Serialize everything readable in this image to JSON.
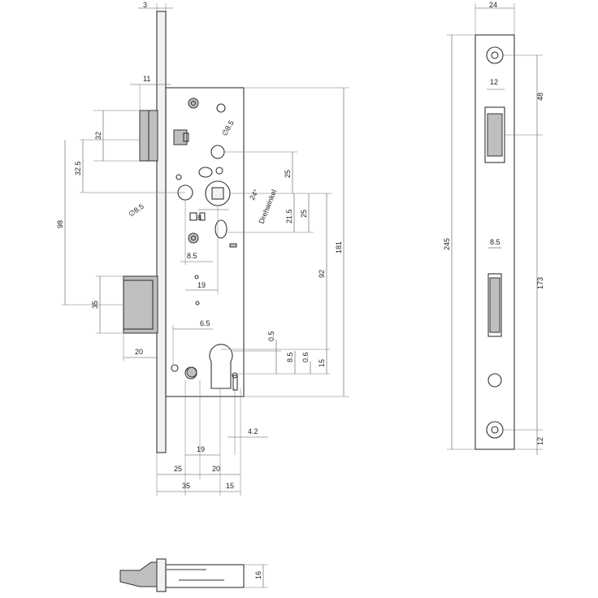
{
  "dimensions": {
    "faceplate_thickness": "3",
    "latch_projection": "11",
    "latch_height": "32",
    "latch_center_offset": "32.5",
    "handle_to_bolt": "98",
    "bolt_height": "35",
    "bolt_projection": "20",
    "handle_hole_dia": "∅8.5",
    "top_hole_dia": "∅8.5",
    "dim_25_top": "25",
    "spindle_square": "8",
    "dim_21_5": "21.5",
    "dim_25_mid": "25",
    "drehwinkel_angle": "24°",
    "drehwinkel_label": "Drehwinkel",
    "dim_8_5_lever": "8.5",
    "dim_19_upper": "19",
    "case_height": "181",
    "distance_92": "92",
    "dim_6_5": "6.5",
    "dim_0_5": "0.5",
    "dim_8_5_cyl": "8.5",
    "dim_0_6": "0.6",
    "dim_15_right": "15",
    "dim_4_2": "4.2",
    "dim_19_lower": "19",
    "dim_25_bottom": "25",
    "dim_20_bottom": "20",
    "backset_35": "35",
    "dim_15_bottom": "15",
    "side_height_16": "16",
    "front_width_24": "24",
    "front_slot_12": "12",
    "front_48": "48",
    "front_245": "245",
    "front_8_5": "8.5",
    "front_173": "173",
    "front_12_bottom": "12"
  }
}
